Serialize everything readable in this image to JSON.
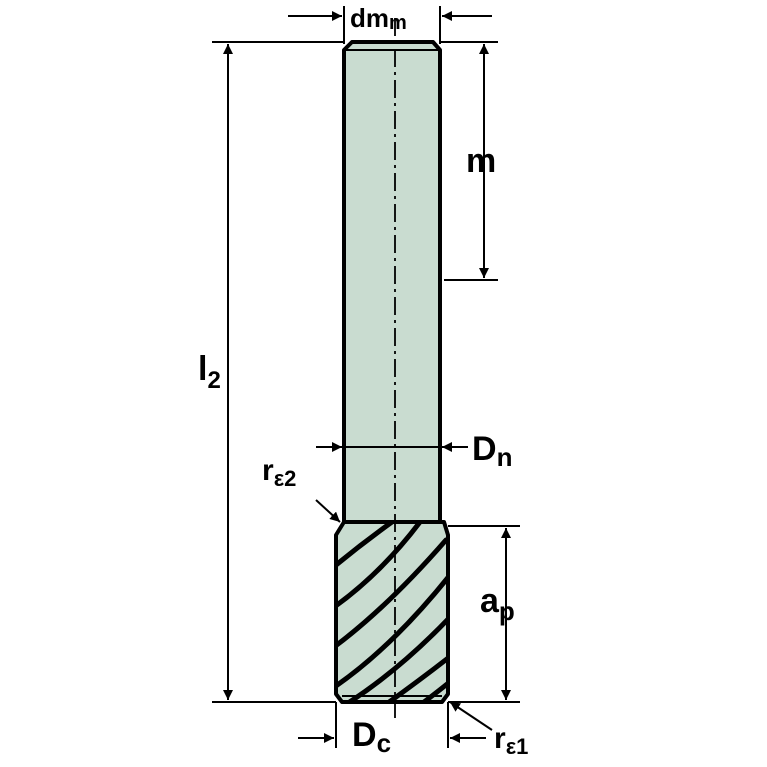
{
  "diagram": {
    "colors": {
      "tool_fill": "#c9dcd0",
      "outline": "#000000",
      "background": "#ffffff"
    },
    "labels": {
      "dm_main": "dm",
      "dm_sub": "m",
      "m": "m",
      "l2_main": "l",
      "l2_sub": "2",
      "dn_main": "D",
      "dn_sub": "n",
      "re2_main": "r",
      "re2_sub": "ε2",
      "ap_main": "a",
      "ap_sub": "p",
      "dc_main": "D",
      "dc_sub": "c",
      "re1_main": "r",
      "re1_sub": "ε1"
    }
  }
}
